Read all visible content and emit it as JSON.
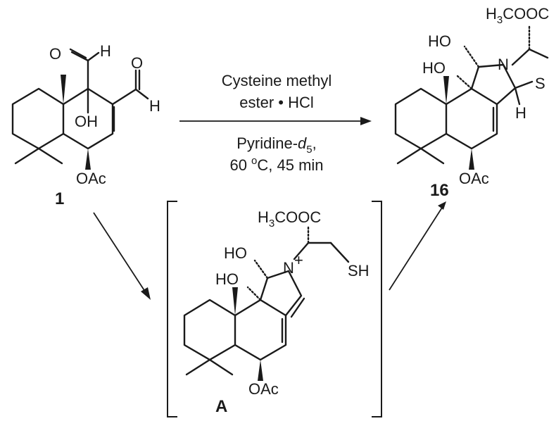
{
  "compounds": {
    "c1": {
      "number": "1",
      "atoms": {
        "o1": "O",
        "h1": "H",
        "o2": "O",
        "h2": "H",
        "oh": "OH",
        "oac": "OAc"
      }
    },
    "c16": {
      "number": "16",
      "atoms": {
        "ester": "H3COOC",
        "ho1": "HO",
        "ho2": "HO",
        "n": "N",
        "s": "S",
        "h": "H",
        "oac": "OAc"
      }
    },
    "intermediate": {
      "label": "A",
      "atoms": {
        "ester": "H3COOC",
        "ho1": "HO",
        "ho2": "HO",
        "n": "N",
        "charge": "+",
        "sh": "SH",
        "oac": "OAc"
      }
    }
  },
  "conditions": {
    "above_1": "Cysteine methyl",
    "above_2": "ester • HCl",
    "below_1a": "Pyridine-",
    "below_1b": "d",
    "below_1c": "5",
    "below_1d": ",",
    "below_2a": "60 ",
    "below_2b": "o",
    "below_2c": "C, 45 min"
  }
}
